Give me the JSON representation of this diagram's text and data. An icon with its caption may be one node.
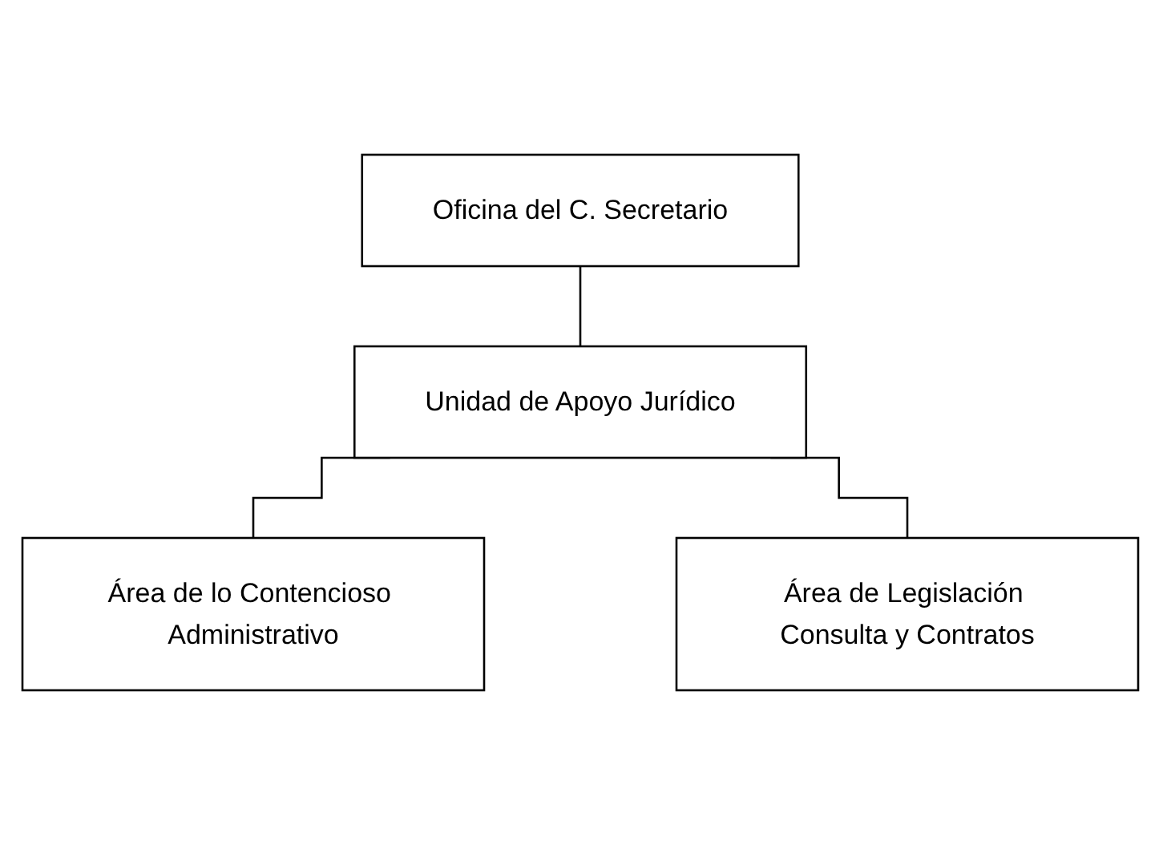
{
  "diagram": {
    "nodes": [
      {
        "text": [
          "Oficina del C. Secretario"
        ]
      },
      {
        "text": [
          "Unidad de Apoyo Jurídico"
        ]
      },
      {
        "text": [
          "Área de lo Contencioso Administrativo"
        ]
      },
      {
        "text": [
          "Área de Legislación Consulta y Contratos"
        ]
      }
    ],
    "edges": [
      {
        "from": 0,
        "to": 1,
        "arrow": "none"
      },
      {
        "from": 1,
        "to": 2,
        "arrow": "none"
      },
      {
        "from": 1,
        "to": 3,
        "arrow": "none"
      }
    ]
  }
}
